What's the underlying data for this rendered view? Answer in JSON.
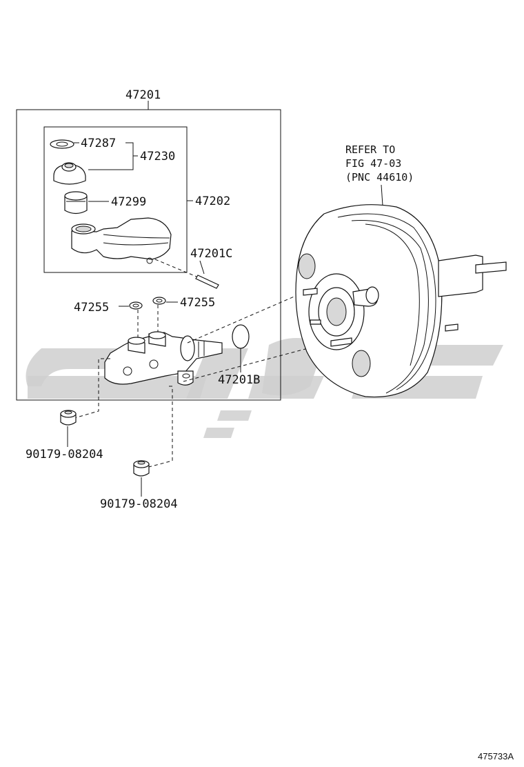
{
  "labels": {
    "assembly_main": "47201",
    "reservoir_cap_gasket": "47287",
    "reservoir_cap": "47230",
    "reservoir_strainer": "47299",
    "reservoir_sub_assembly": "47202",
    "reservoir_pin": "47201C",
    "grommet_left": "47255",
    "grommet_right": "47255",
    "o_ring": "47201B",
    "nut_upper": "90179-08204",
    "nut_lower": "90179-08204"
  },
  "refer_note": {
    "line1": "REFER TO",
    "line2": "FIG 47-03",
    "line3": "(PNC 44610)"
  },
  "figure_id": "475733A"
}
